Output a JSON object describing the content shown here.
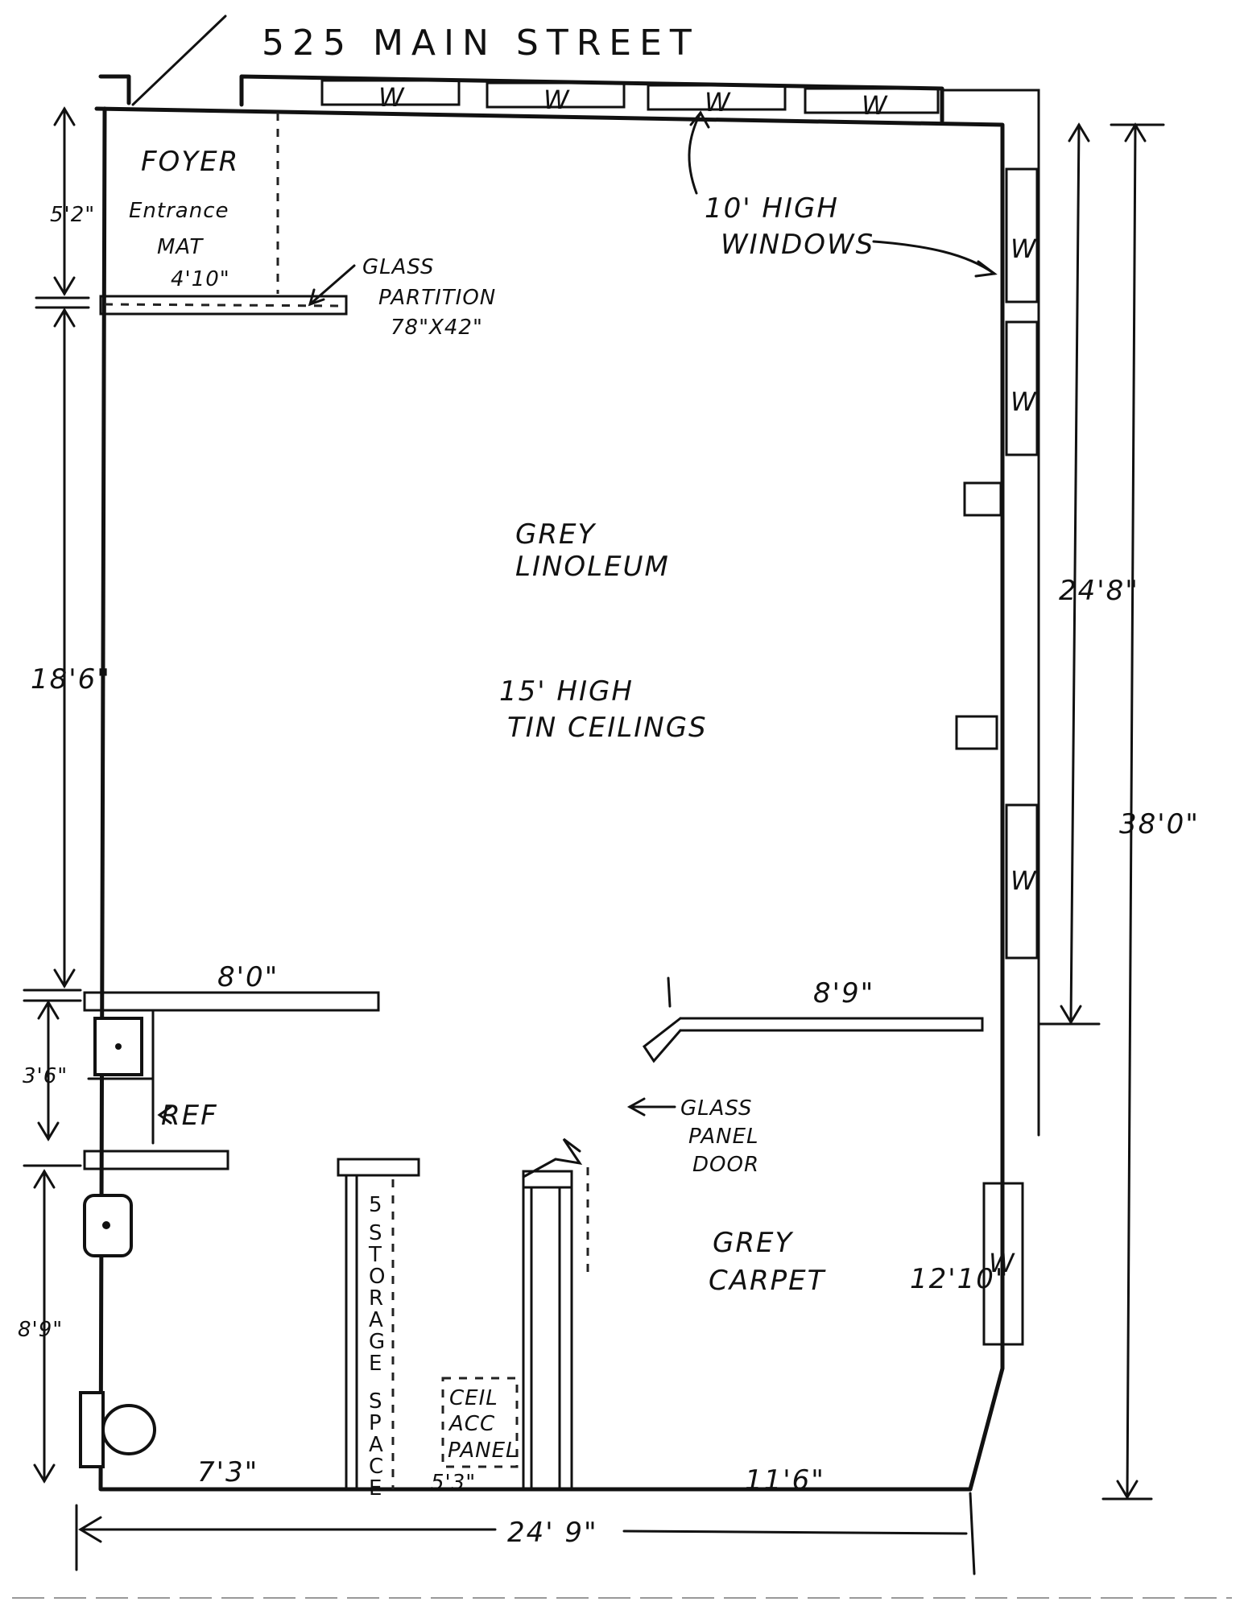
{
  "title": "525 MAIN STREET",
  "rooms": {
    "foyer": "FOYER",
    "entrance": "Entrance",
    "mat": "MAT",
    "mat_dim": "4'10\"",
    "foyer_dim": "5'2\""
  },
  "glass_partition": {
    "line1": "GLASS",
    "line2": "PARTITION",
    "line3": "78\"X42\""
  },
  "windows_note": {
    "line1": "10' HIGH",
    "line2": "WINDOWS"
  },
  "window_label": "W",
  "floor_main": {
    "line1": "GREY",
    "line2": "LINOLEUM"
  },
  "ceiling": {
    "line1": "15' HIGH",
    "line2": "TIN CEILINGS"
  },
  "dimensions": {
    "left_main": "18'6\"",
    "right_upper": "24'8\"",
    "right_total": "38'0\"",
    "kitchen_wall": "8'0\"",
    "kitchen_depth": "3'6\"",
    "bath_depth": "8'9\"",
    "office_wall": "8'9\"",
    "office_window": "12'10\"",
    "bottom_left": "7'3\"",
    "bottom_mid": "5'3\"",
    "bottom_right": "11'6\"",
    "total_width": "24' 9\""
  },
  "ref": "REF",
  "glass_door": {
    "line1": "GLASS",
    "line2": "PANEL",
    "line3": "DOOR"
  },
  "floor_office": {
    "line1": "GREY",
    "line2": "CARPET"
  },
  "storage": [
    "S",
    "T",
    "O",
    "R",
    "A",
    "G",
    "E",
    "",
    "S",
    "P",
    "A",
    "C",
    "E"
  ],
  "storage_num": "5",
  "ceil_panel": {
    "line1": "CEIL",
    "line2": "ACC",
    "line3": "PANEL"
  }
}
